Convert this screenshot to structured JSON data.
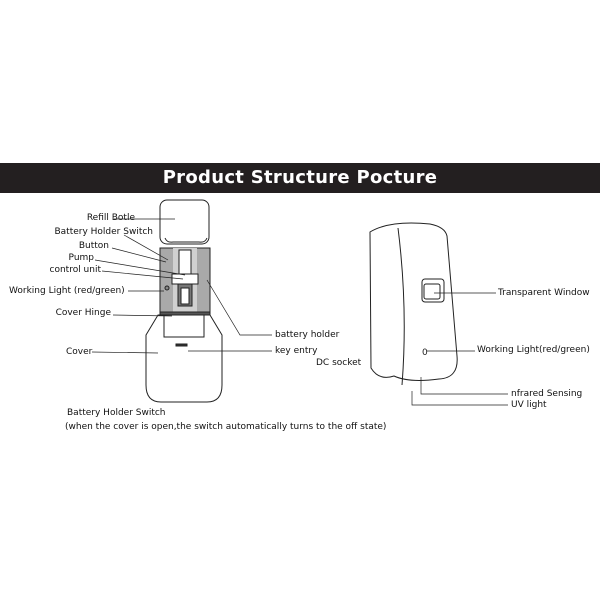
{
  "title": "Product Structure Pocture",
  "left_labels": {
    "refill_bottle": "Refill Botle",
    "battery_holder_switch": "Battery Holder Switch",
    "button": "Button",
    "pump": "Pump",
    "control_unit": "control unit",
    "working_light": "Working Light (red/green)",
    "cover_hinge": "Cover Hinge",
    "cover": "Cover",
    "battery_holder": "battery holder",
    "key_entry": "key entry",
    "dc_socket": "DC socket"
  },
  "right_labels": {
    "transparent_window": "Transparent Window",
    "working_light": "Working Light(red/green)",
    "infrared_sensing": "nfrared Sensing",
    "uv_light": "UV light"
  },
  "note": {
    "title": "Battery Holder Switch",
    "text": "(when the cover is open,the switch automatically turns to the off state)"
  },
  "colors": {
    "banner": "#231f20",
    "body_grey": "#a9a9a9",
    "hinge_dark": "#555555"
  }
}
